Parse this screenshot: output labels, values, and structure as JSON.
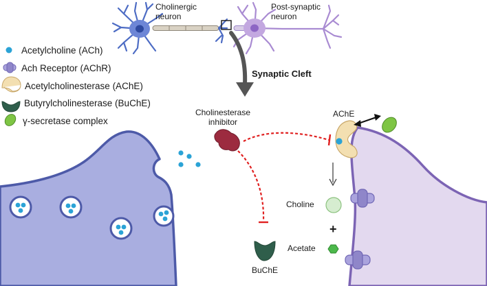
{
  "labels": {
    "cholinergic_neuron_line1": "Cholinergic",
    "cholinergic_neuron_line2": "neuron",
    "post_synaptic_line1": "Post-synaptic",
    "post_synaptic_line2": "neuron",
    "synaptic_cleft": "Synaptic Cleft",
    "inhibitor_line1": "Cholinesterase",
    "inhibitor_line2": "inhibitor",
    "ache": "AChE",
    "buche": "BuChE",
    "choline": "Choline",
    "plus": "+",
    "acetate": "Acetate"
  },
  "legend": [
    {
      "icon": "acetylcholine-dot-icon",
      "label": "Acetylcholine (ACh)"
    },
    {
      "icon": "ach-receptor-icon",
      "label": "Ach Receptor (AChR)"
    },
    {
      "icon": "acetylcholinesterase-icon",
      "label": "Acetylcholinesterase (AChE)"
    },
    {
      "icon": "butyrylcholinesterase-icon",
      "label": "Butyrylcholinesterase (BuChE)"
    },
    {
      "icon": "gamma-secretase-icon",
      "label": "γ-secretase complex"
    }
  ],
  "colors": {
    "presynaptic_fill": "#a9aee0",
    "presynaptic_stroke": "#4d5aa8",
    "postsynaptic_fill": "#e3d9ef",
    "postsynaptic_stroke": "#7c64b4",
    "acetylcholine": "#2ba3d6",
    "receptor": "#8f86c9",
    "ache": "#f3dfb1",
    "buche": "#2f5e4b",
    "gamma_secretase": "#7ec544",
    "inhibitor": "#9c2b3f",
    "inhibition_line": "#e02020",
    "choline": "#d6edd0",
    "acetate": "#4cb84b"
  }
}
